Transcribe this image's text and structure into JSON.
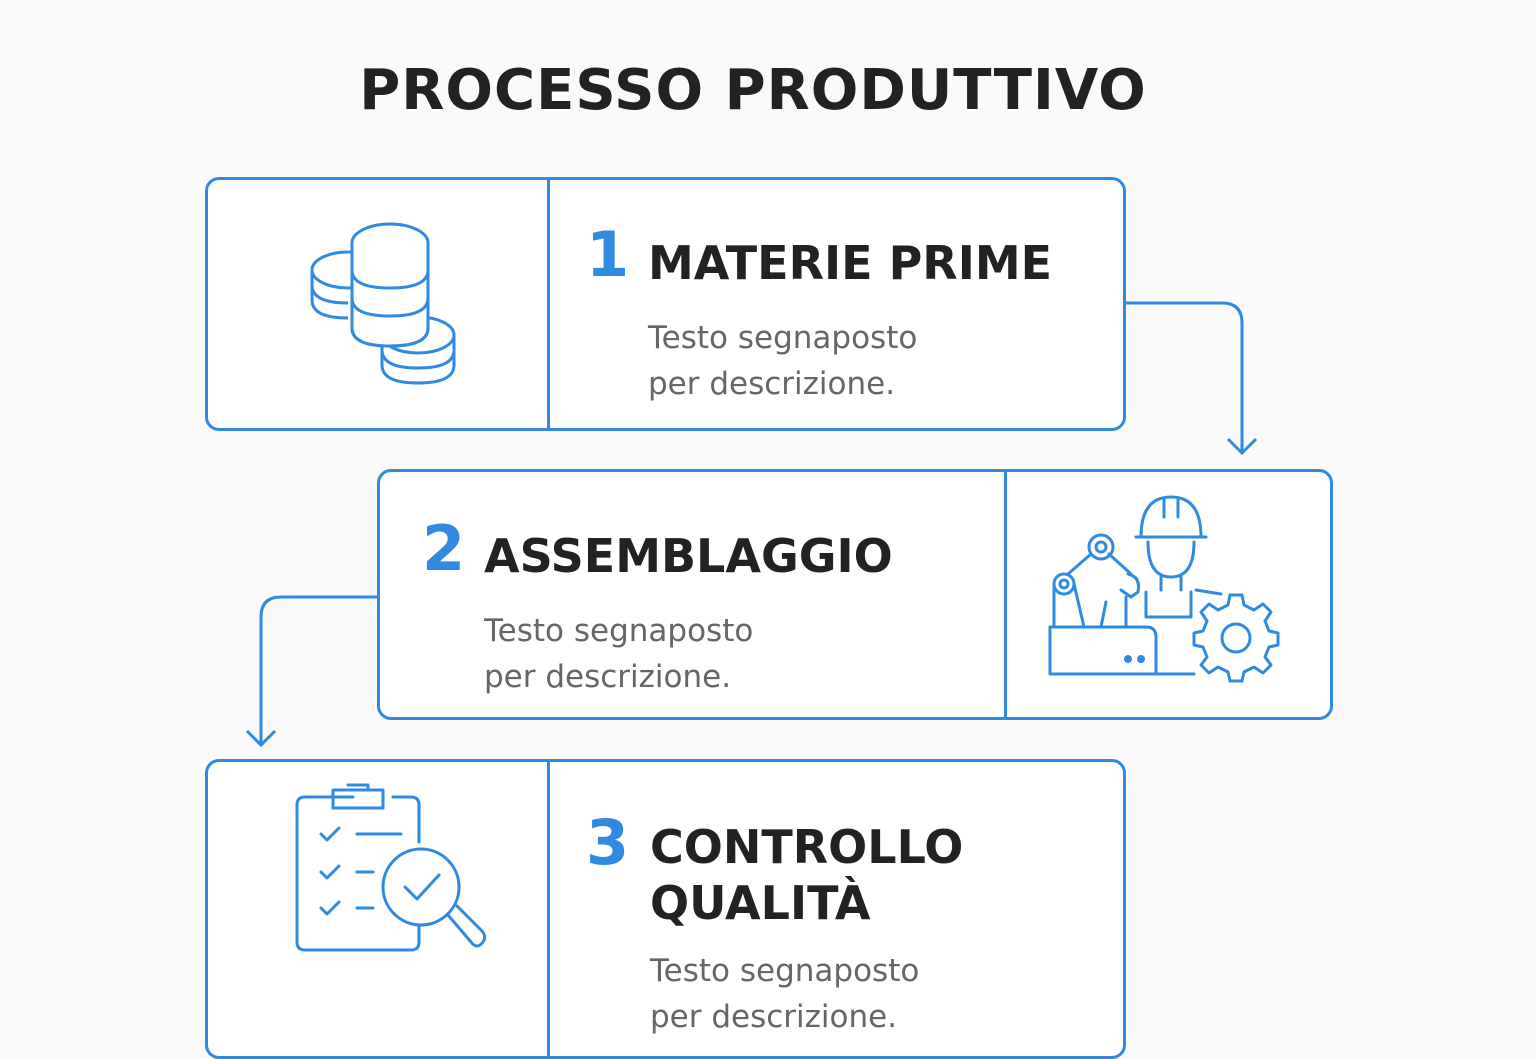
{
  "title": "PROCESSO PRODUTTIVO",
  "accent_color": "#2f8ae0",
  "steps": [
    {
      "number": "1",
      "heading": "MATERIE PRIME",
      "description_line1": "Testo segnaposto",
      "description_line2": "per descrizione.",
      "icon": "coins-stack-icon"
    },
    {
      "number": "2",
      "heading": "ASSEMBLAGGIO",
      "description_line1": "Testo segnaposto",
      "description_line2": "per descrizione.",
      "icon": "worker-robot-gear-icon"
    },
    {
      "number": "3",
      "heading_line1": "CONTROLLO",
      "heading_line2": "QUALITÀ",
      "description_line1": "Testo segnaposto",
      "description_line2": "per descrizione.",
      "icon": "clipboard-checklist-magnifier-icon"
    }
  ]
}
